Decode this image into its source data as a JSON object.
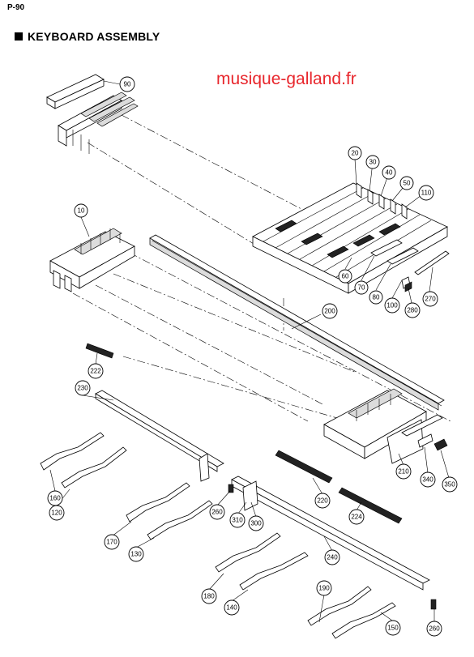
{
  "header": {
    "model": "P-90",
    "title": "KEYBOARD ASSEMBLY"
  },
  "watermark": "musique-galland.fr",
  "callouts": [
    {
      "id": "c90",
      "label": "90"
    },
    {
      "id": "c20",
      "label": "20"
    },
    {
      "id": "c30",
      "label": "30"
    },
    {
      "id": "c40",
      "label": "40"
    },
    {
      "id": "c50",
      "label": "50"
    },
    {
      "id": "c110",
      "label": "110"
    },
    {
      "id": "c10",
      "label": "10"
    },
    {
      "id": "c60",
      "label": "60"
    },
    {
      "id": "c70",
      "label": "70"
    },
    {
      "id": "c80",
      "label": "80"
    },
    {
      "id": "c100",
      "label": "100"
    },
    {
      "id": "c280",
      "label": "280"
    },
    {
      "id": "c270",
      "label": "270"
    },
    {
      "id": "c200",
      "label": "200"
    },
    {
      "id": "c222",
      "label": "222"
    },
    {
      "id": "c230",
      "label": "230"
    },
    {
      "id": "c210",
      "label": "210"
    },
    {
      "id": "c340",
      "label": "340"
    },
    {
      "id": "c350",
      "label": "350"
    },
    {
      "id": "c160",
      "label": "160"
    },
    {
      "id": "c120",
      "label": "120"
    },
    {
      "id": "c260a",
      "label": "260"
    },
    {
      "id": "c310",
      "label": "310"
    },
    {
      "id": "c300",
      "label": "300"
    },
    {
      "id": "c220",
      "label": "220"
    },
    {
      "id": "c224",
      "label": "224"
    },
    {
      "id": "c170",
      "label": "170"
    },
    {
      "id": "c130",
      "label": "130"
    },
    {
      "id": "c240",
      "label": "240"
    },
    {
      "id": "c180",
      "label": "180"
    },
    {
      "id": "c140",
      "label": "140"
    },
    {
      "id": "c190",
      "label": "190"
    },
    {
      "id": "c150",
      "label": "150"
    },
    {
      "id": "c260b",
      "label": "260"
    }
  ]
}
